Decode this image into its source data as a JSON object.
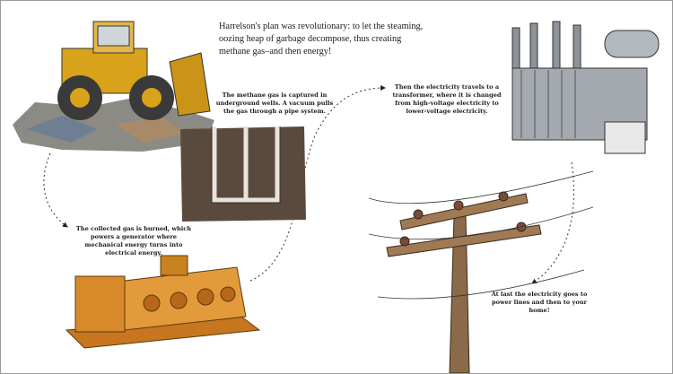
{
  "intro_text": "Harrelson's plan was revolutionary: to let the steaming, oozing heap of garbage decompose, thus creating methane gas–and then energy!",
  "captions": {
    "methane": "The methane gas is captured in underground wells. A vacuum pulls the gas through a pipe system.",
    "generator": "The collected gas is burned, which powers a generator where mechanical energy turns into electrical energy.",
    "transformer": "Then the electricity travels to a transformer, where it is changed from high-voltage electricity to lower-voltage electricity.",
    "power_lines": "At last the electricity goes to power lines and then to your home!"
  },
  "colors": {
    "machine_yellow": "#d9a21b",
    "well_brown": "#5a4a3e",
    "generator_orange": "#d88a2a",
    "transformer_gray": "#9aa0a6",
    "pole_wood": "#8a6a4a"
  }
}
